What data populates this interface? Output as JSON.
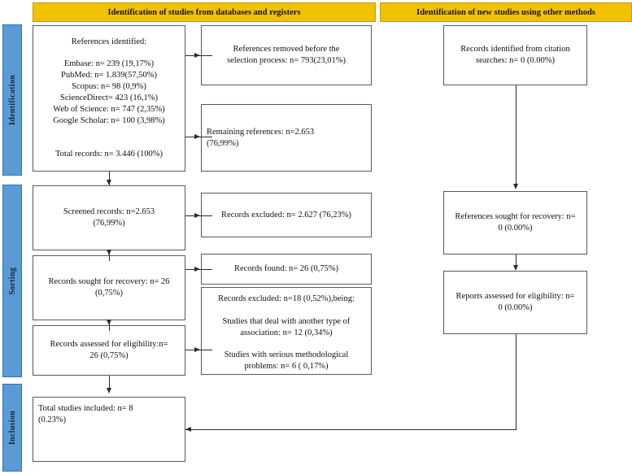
{
  "diagram": {
    "type": "prisma-flow-diagram",
    "colors": {
      "banner_fill": "#F2C100",
      "banner_border": "#C49A00",
      "stage_fill": "#5B9BD5",
      "stage_border": "#2E74B5",
      "box_border": "#595959",
      "connector": "#2b2b2b",
      "background": "#FFFFFF"
    }
  },
  "banners": {
    "databases": "Identification of studies from databases and registers",
    "other_methods": "Identification of new studies using other methods"
  },
  "stages": [
    {
      "key": "identification",
      "label": "Identification"
    },
    {
      "key": "sorting",
      "label": "Sorting"
    },
    {
      "key": "inclusion",
      "label": "Inclusion"
    }
  ],
  "boxes": {
    "references_identified": "References identified:\n\nEmbase: n= 239 (19,17%)\nPubMed: n= 1.839(57,50%)\nScopus: n= 98 (0,9%)\nScienceDirect= 423 (16,1%)\nWeb of  Science: n= 747 (2,35%)\nGoogle Scholar: n= 100 (3,98%)\n\n\nTotal records: n= 3.446 (100%)",
    "references_removed": "References removed before the\nselection process: n= 793(23,01%)",
    "remaining_references": "Remaining references: n=2.653\n(76,99%)",
    "screened_records": "Screened records: n=2.653\n(76,99%)",
    "records_excluded_screening": "Records excluded: n= 2.627 (76,23%)",
    "records_sought_recovery": "Records sought for recovery: n= 26\n(0,75%)",
    "records_found": "Records found: n= 26 (0,75%)",
    "records_excluded_eligibility": "Records excluded: n=18 (0,52%),being:\n\nStudies that deal with another type of\nassociation: n= 12  (0,34%)\n\nStudies with serious methodological\nproblems: n= 6 ( 0,17%)",
    "records_assessed_eligibility": "Records assessed for eligibility:n=\n26 (0,75%)",
    "total_studies_included": "Total studies included: n= 8\n(0.23%)",
    "records_identified_citation": "Records identified from citation\nsearches: n= 0 (0.00%)",
    "references_sought_recovery_other": "References sought for recovery: n=\n0 (0.00%)",
    "reports_assessed_eligibility_other": "Reports assessed for eligibility: n=\n0 (0.00%)"
  },
  "flow_data": {
    "databases": {
      "embase": {
        "n": 239,
        "pct": "19,17%"
      },
      "pubmed": {
        "n": 1839,
        "pct": "57,50%"
      },
      "scopus": {
        "n": 98,
        "pct": "0,9%"
      },
      "sciencedirect": {
        "n": 423,
        "pct": "16,1%"
      },
      "web_of_science": {
        "n": 747,
        "pct": "2,35%"
      },
      "google_scholar": {
        "n": 100,
        "pct": "3,98%"
      },
      "total_records": {
        "n": 3446,
        "pct": "100%"
      }
    },
    "removed_before_screening": {
      "n": 793,
      "pct": "23,01%"
    },
    "remaining": {
      "n": 2653,
      "pct": "76,99%"
    },
    "screened": {
      "n": 2653,
      "pct": "76,99%"
    },
    "excluded_screening": {
      "n": 2627,
      "pct": "76,23%"
    },
    "sought_recovery": {
      "n": 26,
      "pct": "0,75%"
    },
    "found": {
      "n": 26,
      "pct": "0,75%"
    },
    "assessed_eligibility": {
      "n": 26,
      "pct": "0,75%"
    },
    "excluded_eligibility": {
      "total": {
        "n": 18,
        "pct": "0,52%"
      },
      "reasons": [
        {
          "reason": "Studies that deal with another type of association",
          "n": 12,
          "pct": "0,34%"
        },
        {
          "reason": "Studies with serious methodological problems",
          "n": 6,
          "pct": "0,17%"
        }
      ]
    },
    "included": {
      "n": 8,
      "pct": "0.23%"
    },
    "other_methods": {
      "citation_searches": {
        "n": 0,
        "pct": "0.00%"
      },
      "sought_recovery": {
        "n": 0,
        "pct": "0.00%"
      },
      "assessed_eligibility": {
        "n": 0,
        "pct": "0.00%"
      }
    }
  }
}
